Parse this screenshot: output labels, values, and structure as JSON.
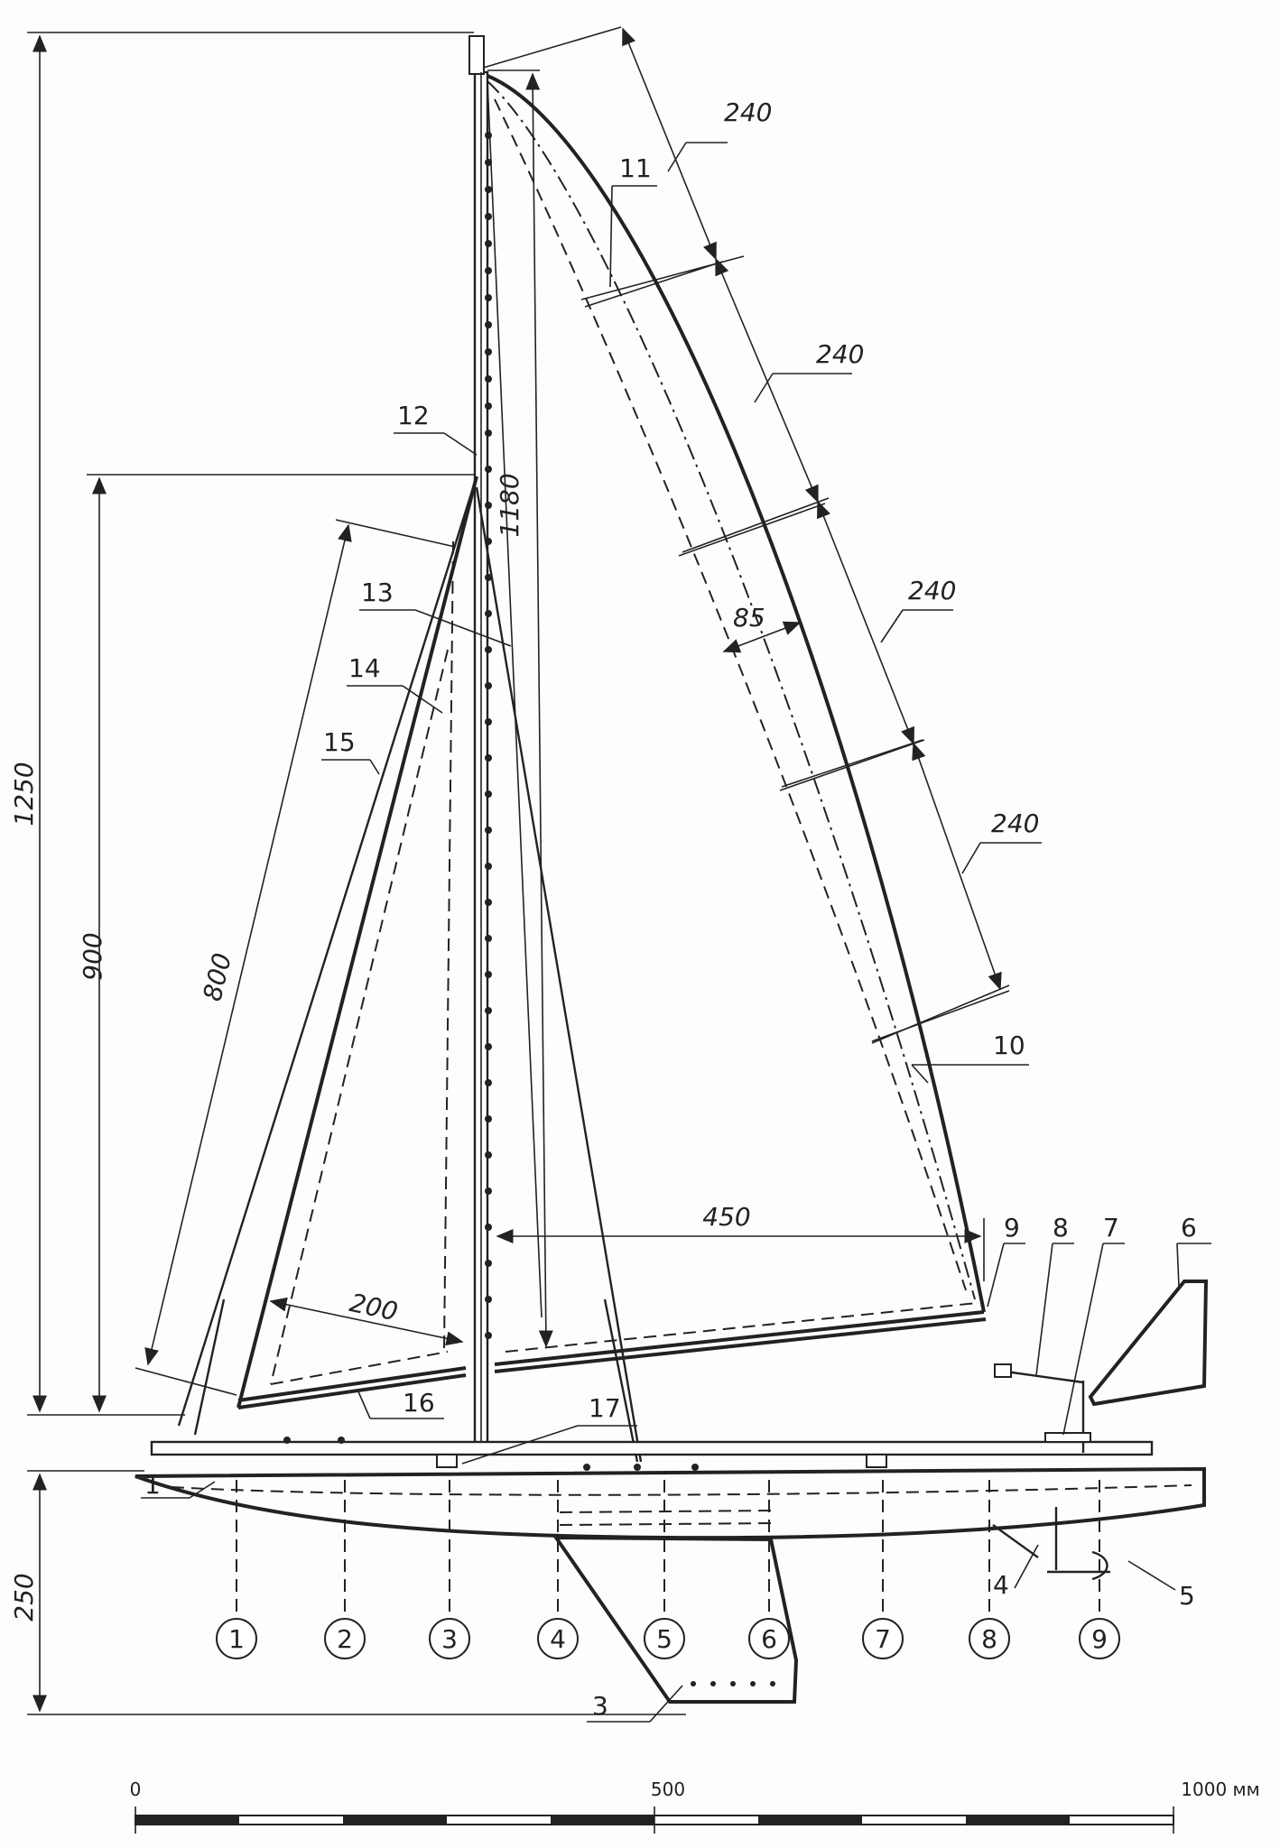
{
  "dimensions": {
    "overall_height": "1250",
    "mainsail_luff": "900",
    "jib_luff": "800",
    "jib_foot_width": "200",
    "forestay": "1180",
    "mainsail_foot": "450",
    "keel_depth": "250",
    "leech_segments": [
      "240",
      "240",
      "240",
      "240"
    ],
    "roach": "85"
  },
  "callouts": [
    "1",
    "3",
    "4",
    "5",
    "6",
    "7",
    "8",
    "9",
    "10",
    "11",
    "12",
    "13",
    "14",
    "15",
    "16",
    "17"
  ],
  "stations": [
    "1",
    "2",
    "3",
    "4",
    "5",
    "6",
    "7",
    "8",
    "9"
  ],
  "scale": {
    "start": "0",
    "mid": "500",
    "end": "1000 мм"
  }
}
